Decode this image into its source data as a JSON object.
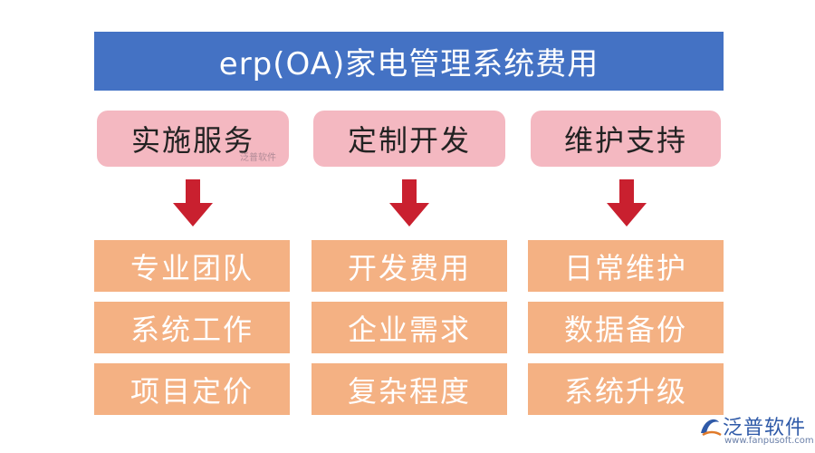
{
  "title": "erp(OA)家电管理系统费用",
  "watermark": "泛普软件",
  "columns": [
    {
      "category": "实施服务",
      "items": [
        "专业团队",
        "系统工作",
        "项目定价"
      ]
    },
    {
      "category": "定制开发",
      "items": [
        "开发费用",
        "企业需求",
        "复杂程度"
      ]
    },
    {
      "category": "维护支持",
      "items": [
        "日常维护",
        "数据备份",
        "系统升级"
      ]
    }
  ],
  "logo": {
    "brand": "泛普软件",
    "url": "www.fanpusoft.com"
  },
  "colors": {
    "title_bg": "#4472c4",
    "category_bg": "#f4b8c1",
    "item_bg": "#f4b183",
    "arrow": "#c9202f"
  }
}
